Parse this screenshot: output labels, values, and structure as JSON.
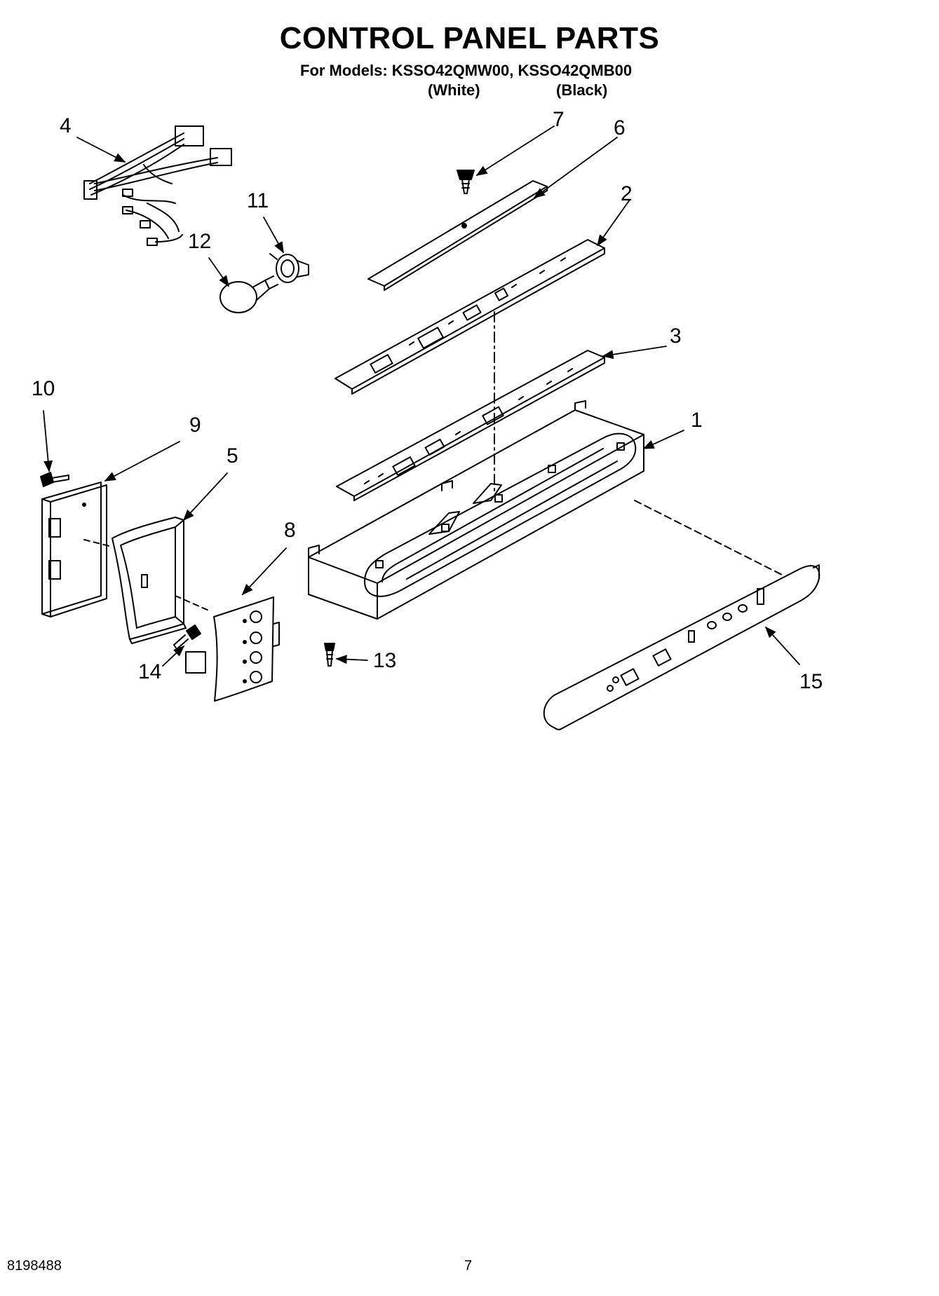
{
  "header": {
    "title": "CONTROL PANEL PARTS",
    "models_line": "For Models: KSSO42QMW00, KSSO42QMB00",
    "variant_white": "(White)",
    "variant_black": "(Black)"
  },
  "callouts": {
    "c1": "1",
    "c2": "2",
    "c3": "3",
    "c4": "4",
    "c5": "5",
    "c6": "6",
    "c7": "7",
    "c8": "8",
    "c9": "9",
    "c10": "10",
    "c11": "11",
    "c12": "12",
    "c13": "13",
    "c14": "14",
    "c15": "15"
  },
  "footer": {
    "doc_number": "8198488",
    "page_number": "7"
  }
}
